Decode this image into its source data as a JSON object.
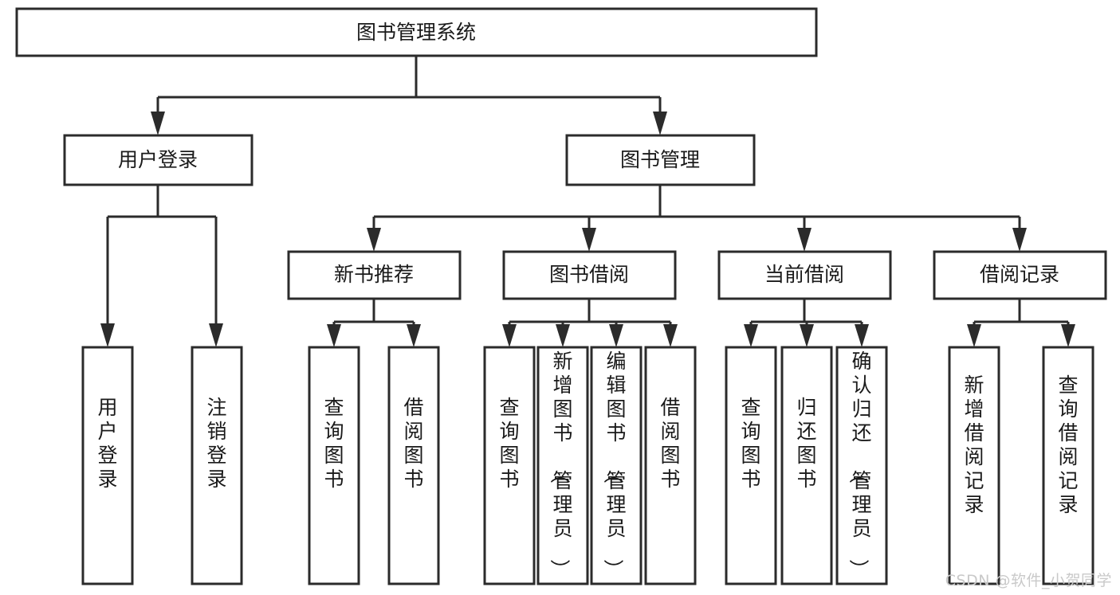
{
  "diagram": {
    "title": "图书管理系统",
    "type": "tree-hierarchy",
    "orientation": "top-down",
    "watermark": "CSDN @软件_小贺同学",
    "colors": {
      "background": "#ffffff",
      "node_fill": "#ffffff",
      "node_stroke": "#2b2b2b",
      "connector": "#2b2b2b",
      "text": "#1a1a1a",
      "watermark": "#c9c9c9"
    },
    "nodes": {
      "root": {
        "id": "root",
        "label": "图书管理系统",
        "level": 0,
        "orientation": "horizontal"
      },
      "level1": [
        {
          "id": "user-login",
          "label": "用户登录",
          "level": 1,
          "orientation": "horizontal"
        },
        {
          "id": "book-manage",
          "label": "图书管理",
          "level": 1,
          "orientation": "horizontal"
        }
      ],
      "level2": [
        {
          "id": "new-book-recommend",
          "label": "新书推荐",
          "level": 2,
          "orientation": "horizontal",
          "parent": "book-manage"
        },
        {
          "id": "book-borrow",
          "label": "图书借阅",
          "level": 2,
          "orientation": "horizontal",
          "parent": "book-manage"
        },
        {
          "id": "current-borrow",
          "label": "当前借阅",
          "level": 2,
          "orientation": "horizontal",
          "parent": "book-manage"
        },
        {
          "id": "borrow-record",
          "label": "借阅记录",
          "level": 2,
          "orientation": "horizontal",
          "parent": "book-manage"
        }
      ],
      "leaves": [
        {
          "id": "leaf-user-login",
          "label": "用户登录",
          "orientation": "vertical",
          "parent": "user-login"
        },
        {
          "id": "leaf-user-logout",
          "label": "注销登录",
          "orientation": "vertical",
          "parent": "user-login"
        },
        {
          "id": "leaf-query-book-1",
          "label": "查询图书",
          "orientation": "vertical",
          "parent": "new-book-recommend"
        },
        {
          "id": "leaf-borrow-book-1",
          "label": "借阅图书",
          "orientation": "vertical",
          "parent": "new-book-recommend"
        },
        {
          "id": "leaf-query-book-2",
          "label": "查询图书",
          "orientation": "vertical",
          "parent": "book-borrow"
        },
        {
          "id": "leaf-add-book",
          "label": "新增图书（管理员）",
          "orientation": "vertical",
          "parent": "book-borrow"
        },
        {
          "id": "leaf-edit-book",
          "label": "编辑图书（管理员）",
          "orientation": "vertical",
          "parent": "book-borrow"
        },
        {
          "id": "leaf-borrow-book-2",
          "label": "借阅图书",
          "orientation": "vertical",
          "parent": "book-borrow"
        },
        {
          "id": "leaf-query-book-3",
          "label": "查询图书",
          "orientation": "vertical",
          "parent": "current-borrow"
        },
        {
          "id": "leaf-return-book",
          "label": "归还图书",
          "orientation": "vertical",
          "parent": "current-borrow"
        },
        {
          "id": "leaf-confirm-return",
          "label": "确认归还（管理员）",
          "orientation": "vertical",
          "parent": "current-borrow"
        },
        {
          "id": "leaf-add-record",
          "label": "新增借阅记录",
          "orientation": "vertical",
          "parent": "borrow-record"
        },
        {
          "id": "leaf-query-record",
          "label": "查询借阅记录",
          "orientation": "vertical",
          "parent": "borrow-record"
        }
      ]
    }
  }
}
